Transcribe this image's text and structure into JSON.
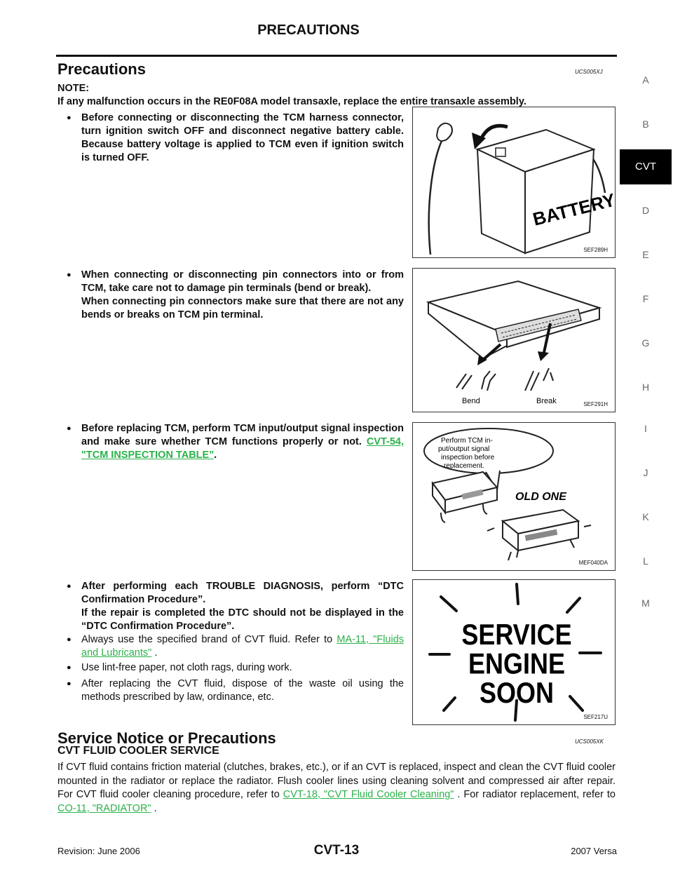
{
  "header": {
    "title": "PRECAUTIONS"
  },
  "precautions": {
    "title": "Precautions",
    "code": "UCS005XJ",
    "note_label": "NOTE:",
    "note_text": "If any malfunction occurs in the RE0F08A model transaxle, replace the entire transaxle assembly.",
    "bullet1": "Before connecting or disconnecting the TCM harness connector, turn ignition switch OFF and disconnect negative battery cable. Because battery voltage is applied to TCM even if ignition switch is turned OFF.",
    "bullet2a": "When connecting or disconnecting pin connectors into or from TCM, take care not to damage pin terminals (bend or break).",
    "bullet2b": "When connecting pin connectors make sure that there are not any bends or breaks on TCM pin terminal.",
    "bullet3_text": "Before replacing TCM, perform TCM input/output signal inspection and make sure whether TCM functions properly or not.",
    "bullet3_link": "CVT-54, \"TCM INSPECTION TABLE\"",
    "bullet4a": "After performing each TROUBLE DIAGNOSIS, perform “DTC Confirmation Procedure”.",
    "bullet4b": "If the repair is completed the DTC should not be displayed in the “DTC Confirmation Procedure”.",
    "bullet5_text": "Always use the specified brand of CVT fluid. Refer to",
    "bullet5_link": "MA-11, \"Fluids and Lubricants\"",
    "bullet5_end": ".",
    "bullet6": "Use lint-free paper, not cloth rags, during work.",
    "bullet7": "After replacing the CVT fluid, dispose of the waste oil using the methods prescribed by law, ordinance, etc."
  },
  "figures": {
    "fig1": {
      "label": "SEF289H",
      "text": "BATTERY"
    },
    "fig2": {
      "label": "SEF291H",
      "bend": "Bend",
      "break": "Break"
    },
    "fig3": {
      "label": "MEF040DA",
      "bubble": "Perform TCM input/output signal inspection before replacement.",
      "old": "OLD ONE"
    },
    "fig4": {
      "label": "SEF217U",
      "line1": "SERVICE",
      "line2": "ENGINE",
      "line3": "SOON"
    }
  },
  "service": {
    "title": "Service Notice or Precautions",
    "code": "UCS005XK",
    "subtitle": "CVT FLUID COOLER SERVICE",
    "para_a": "If CVT fluid contains friction material (clutches, brakes, etc.), or if an CVT is replaced, inspect and clean the CVT fluid cooler mounted in the radiator or replace the radiator. Flush cooler lines using cleaning solvent and compressed air after repair. For CVT fluid cooler cleaning procedure, refer to",
    "link1": "CVT-18, \"CVT Fluid Cooler Cleaning\"",
    "para_b": ". For radiator replacement, refer to",
    "link2": "CO-11, \"RADIATOR\"",
    "para_c": "."
  },
  "side_index": [
    "A",
    "B",
    "CVT",
    "D",
    "E",
    "F",
    "G",
    "H",
    "I",
    "J",
    "K",
    "L",
    "M"
  ],
  "footer": {
    "left": "Revision: June 2006",
    "center": "CVT-13",
    "right": "2007 Versa"
  }
}
